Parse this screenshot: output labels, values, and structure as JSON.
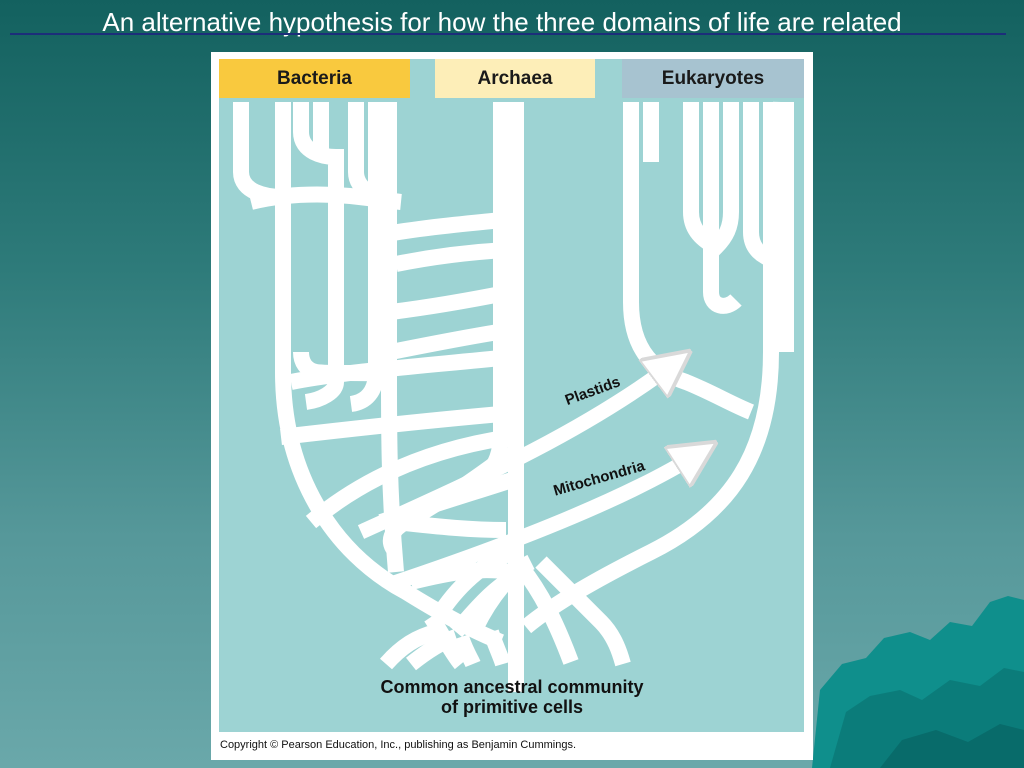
{
  "slide": {
    "title": "An alternative hypothesis for how the three domains of life are related"
  },
  "diagram": {
    "domains": [
      {
        "name": "Bacteria",
        "color": "#f9c93e"
      },
      {
        "name": "Archaea",
        "color": "#fdeeb8"
      },
      {
        "name": "Eukaryotes",
        "color": "#a7c3d0"
      }
    ],
    "transfers": [
      {
        "label": "Plastids"
      },
      {
        "label": "Mitochondria"
      }
    ],
    "root_label_line1": "Common ancestral community",
    "root_label_line2": "of primitive cells",
    "copyright": "Copyright © Pearson Education, Inc., publishing as Benjamin Cummings."
  },
  "colors": {
    "panel_background": "#9dd3d3",
    "branch": "#ffffff",
    "title_rule": "#1c2e7a"
  }
}
